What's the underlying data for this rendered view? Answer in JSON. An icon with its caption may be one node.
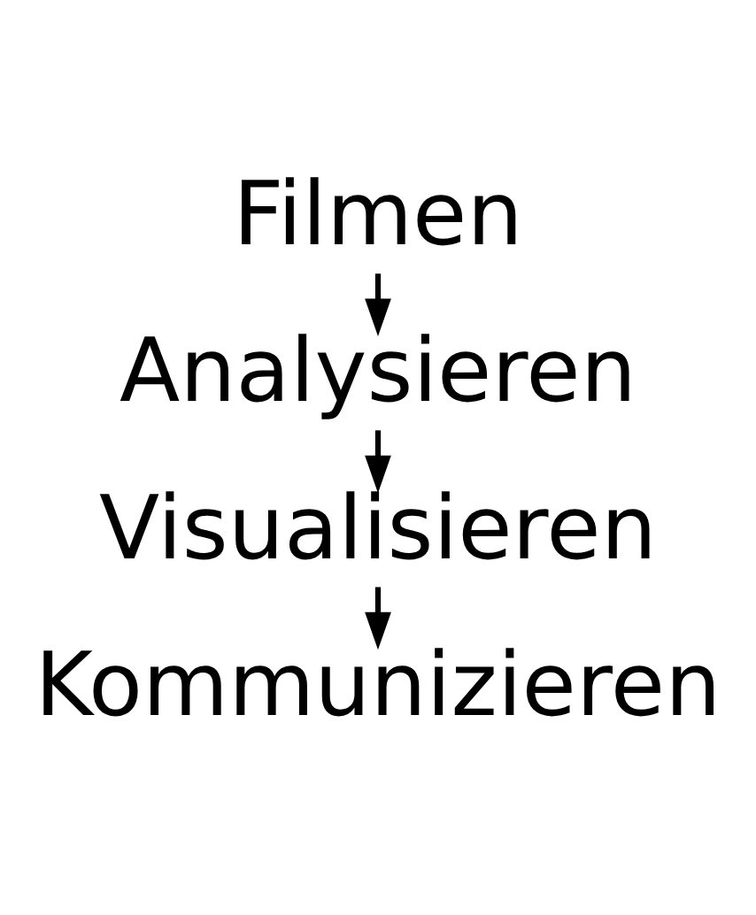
{
  "diagram": {
    "nodes": [
      {
        "text": [
          "Filmen"
        ]
      },
      {
        "text": [
          "Analysieren"
        ]
      },
      {
        "text": [
          "Visualisieren"
        ]
      },
      {
        "text": [
          "Kommunizieren"
        ]
      }
    ],
    "edges": [
      {
        "from": 0,
        "to": 1,
        "arrow": "to"
      },
      {
        "from": 1,
        "to": 2,
        "arrow": "to"
      },
      {
        "from": 2,
        "to": 3,
        "arrow": "to"
      }
    ]
  }
}
